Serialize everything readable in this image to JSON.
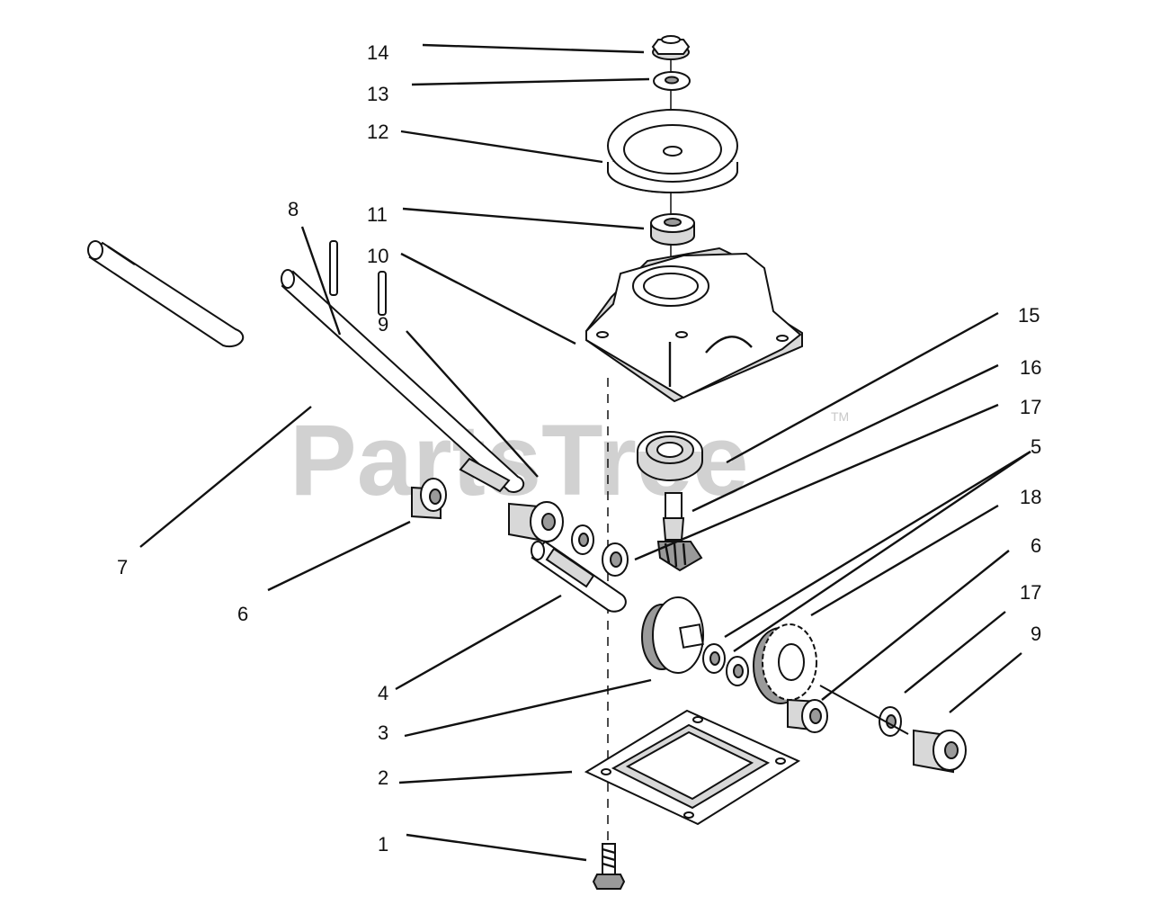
{
  "watermark": "PartsTree",
  "trademark": "TM",
  "callouts": [
    {
      "id": "c14",
      "label": "14"
    },
    {
      "id": "c13",
      "label": "13"
    },
    {
      "id": "c12",
      "label": "12"
    },
    {
      "id": "c11",
      "label": "11"
    },
    {
      "id": "c10",
      "label": "10"
    },
    {
      "id": "c8",
      "label": "8"
    },
    {
      "id": "c9a",
      "label": "9"
    },
    {
      "id": "c7",
      "label": "7"
    },
    {
      "id": "c6a",
      "label": "6"
    },
    {
      "id": "c15",
      "label": "15"
    },
    {
      "id": "c16",
      "label": "16"
    },
    {
      "id": "c17a",
      "label": "17"
    },
    {
      "id": "c5",
      "label": "5"
    },
    {
      "id": "c18",
      "label": "18"
    },
    {
      "id": "c6b",
      "label": "6"
    },
    {
      "id": "c17b",
      "label": "17"
    },
    {
      "id": "c9b",
      "label": "9"
    },
    {
      "id": "c4",
      "label": "4"
    },
    {
      "id": "c3",
      "label": "3"
    },
    {
      "id": "c2",
      "label": "2"
    },
    {
      "id": "c1",
      "label": "1"
    }
  ]
}
